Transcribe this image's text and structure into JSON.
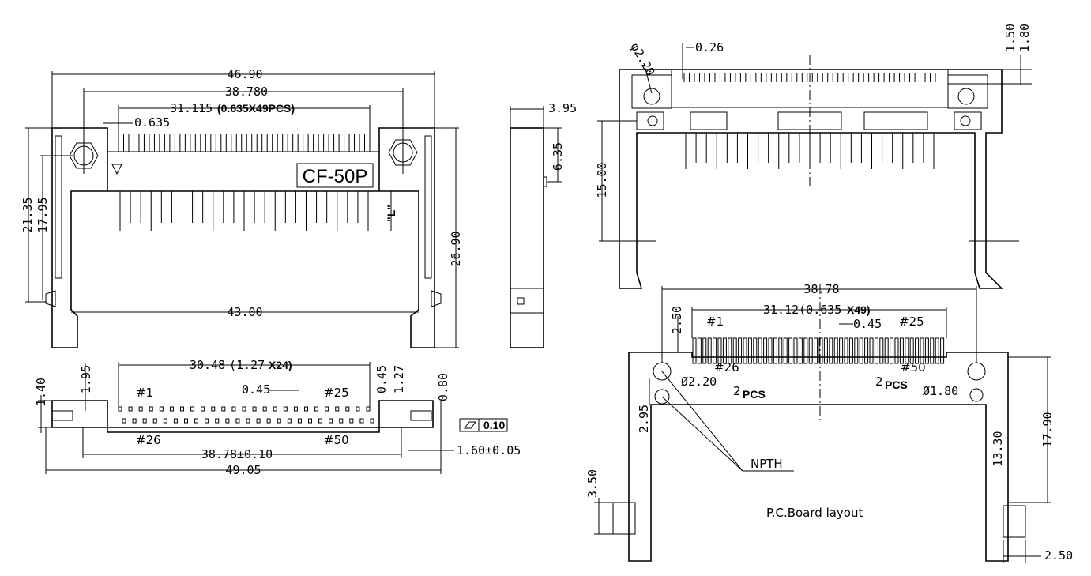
{
  "drawing": {
    "part_label": "CF-50P",
    "top_view": {
      "overall_width": "46.90",
      "hole_pitch": "38.780",
      "pin_span": "31.115",
      "pin_span_note": "(0.635X49PCS)",
      "pin_pitch": "0.635",
      "body_height": "21.35",
      "inner_height": "17.95",
      "total_height": "26.90",
      "bottom_width": "43.00",
      "l_mark": "\"L\""
    },
    "side_view": {
      "thickness": "3.95",
      "offset": "6.35"
    },
    "front_view": {
      "row_span": "30.48",
      "row_span_note": "(1.27",
      "row_span_count": "X24)",
      "pitch_small": "0.45",
      "row_pitch": "1.27",
      "row_offset": "0.45",
      "h_left_1": "1.40",
      "h_left_2": "1.95",
      "h_right": "0.80",
      "pin1": "#1",
      "pin25": "#25",
      "pin26": "#26",
      "pin50": "#50",
      "peg_span": "38.78±0.10",
      "total_width": "49.05",
      "peg_dia": "1.60±0.05",
      "flatness": "0.10"
    },
    "rear_view": {
      "hole_dia": "φ2.20",
      "pin_width": "0.26",
      "dim_150": "1.50",
      "dim_180": "1.80",
      "height": "15.00"
    },
    "pcb_layout": {
      "title": "P.C.Board   layout",
      "hole_span": "38.78",
      "pad_span": "31.12(0.635",
      "pad_count": "X49)",
      "pad_gap": "0.45",
      "dim_250_top": "2.50",
      "dim_295": "2.95",
      "dim_350": "3.50",
      "dim_1330": "13.30",
      "dim_1790": "17.90",
      "dim_250_bottom": "2.50",
      "hole_big": "Ø2.20",
      "hole_small": "Ø1.80",
      "pcs_prefix": "2",
      "pcs_word": "PCS",
      "npth": "NPTH",
      "pin1": "#1",
      "pin25": "#25",
      "pin26": "#26",
      "pin50": "#50"
    }
  }
}
